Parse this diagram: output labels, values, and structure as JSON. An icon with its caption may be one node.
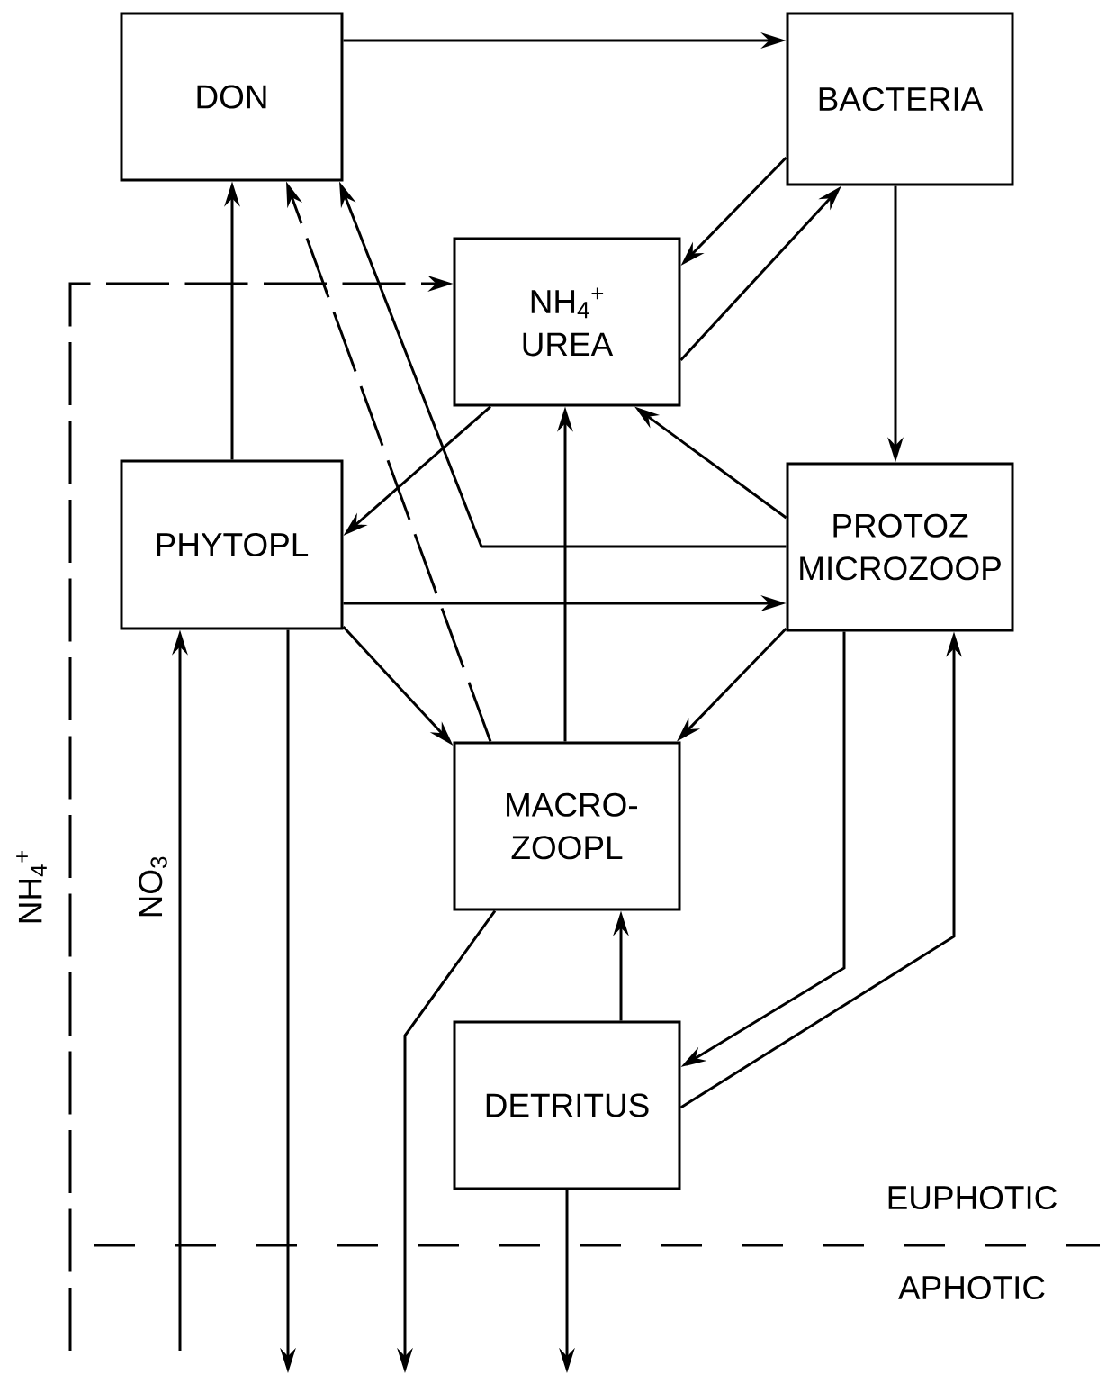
{
  "diagram": {
    "nodes": [
      {
        "text": [
          "DON"
        ]
      },
      {
        "text": [
          "BACTERIA"
        ]
      },
      {
        "text": [
          "NH$_{4}$$^{+}$ UREA"
        ]
      },
      {
        "text": [
          "PHYTOPL"
        ]
      },
      {
        "text": [
          "PROTOZ MICROZOOP"
        ]
      },
      {
        "text": [
          "MACRO- ZOOPL"
        ]
      },
      {
        "text": [
          "DETRITUS"
        ]
      }
    ],
    "edges": [
      {
        "from": 0,
        "to": 1,
        "arrow": "to"
      },
      {
        "from": 1,
        "to": 2,
        "arrow": "to"
      },
      {
        "from": 2,
        "to": 1,
        "arrow": "to"
      },
      {
        "from": 1,
        "to": 4,
        "arrow": "to"
      },
      {
        "from": 3,
        "to": 0,
        "arrow": "to"
      },
      {
        "from": 5,
        "to": 0,
        "arrow": "to",
        "style": "dashed"
      },
      {
        "from": 4,
        "to": 0,
        "arrow": "to"
      },
      {
        "from": null,
        "to": 2,
        "arrow": "to",
        "style": "dashed",
        "label": "NH$_{4}$$^{+}$"
      },
      {
        "from": null,
        "to": 3,
        "arrow": "to",
        "label": "NO$_{3}$"
      },
      {
        "from": 2,
        "to": 3,
        "arrow": "to"
      },
      {
        "from": 3,
        "to": 4,
        "arrow": "to"
      },
      {
        "from": 3,
        "to": 5,
        "arrow": "to"
      },
      {
        "from": 4,
        "to": 2,
        "arrow": "to"
      },
      {
        "from": 5,
        "to": 2,
        "arrow": "to"
      },
      {
        "from": 4,
        "to": 5,
        "arrow": "to"
      },
      {
        "from": 3,
        "to": null,
        "arrow": "to"
      },
      {
        "from": 5,
        "to": null,
        "arrow": "to"
      },
      {
        "from": 4,
        "to": 6,
        "arrow": "to"
      },
      {
        "from": 6,
        "to": 4,
        "arrow": "to"
      },
      {
        "from": 6,
        "to": 5,
        "arrow": "to"
      },
      {
        "from": 6,
        "to": null,
        "arrow": "to"
      }
    ],
    "labels": [
      "EUPHOTIC",
      "APHOTIC"
    ]
  }
}
